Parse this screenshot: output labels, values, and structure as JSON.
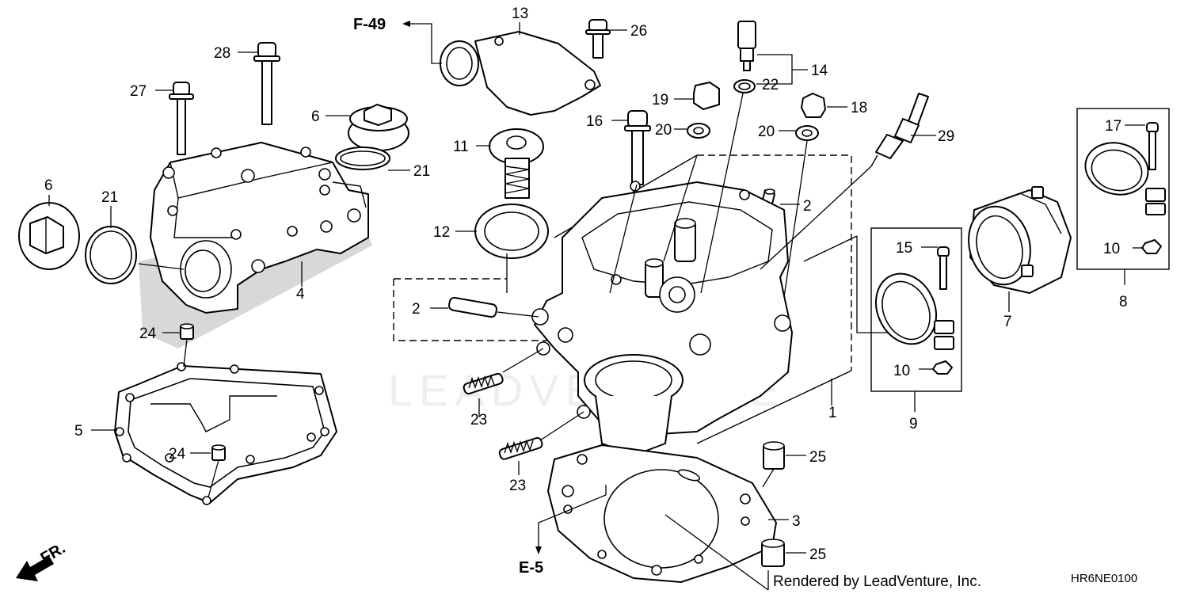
{
  "diagram": {
    "callouts": [
      {
        "id": "c1",
        "label": "1"
      },
      {
        "id": "c2a",
        "label": "2"
      },
      {
        "id": "c2b",
        "label": "2"
      },
      {
        "id": "c3",
        "label": "3"
      },
      {
        "id": "c4",
        "label": "4"
      },
      {
        "id": "c5",
        "label": "5"
      },
      {
        "id": "c6a",
        "label": "6"
      },
      {
        "id": "c6b",
        "label": "6"
      },
      {
        "id": "c7",
        "label": "7"
      },
      {
        "id": "c8",
        "label": "8"
      },
      {
        "id": "c9",
        "label": "9"
      },
      {
        "id": "c10a",
        "label": "10"
      },
      {
        "id": "c10b",
        "label": "10"
      },
      {
        "id": "c11",
        "label": "11"
      },
      {
        "id": "c12",
        "label": "12"
      },
      {
        "id": "c13",
        "label": "13"
      },
      {
        "id": "c14",
        "label": "14"
      },
      {
        "id": "c15",
        "label": "15"
      },
      {
        "id": "c16",
        "label": "16"
      },
      {
        "id": "c17",
        "label": "17"
      },
      {
        "id": "c18",
        "label": "18"
      },
      {
        "id": "c19",
        "label": "19"
      },
      {
        "id": "c20a",
        "label": "20"
      },
      {
        "id": "c20b",
        "label": "20"
      },
      {
        "id": "c21a",
        "label": "21"
      },
      {
        "id": "c21b",
        "label": "21"
      },
      {
        "id": "c22",
        "label": "22"
      },
      {
        "id": "c23a",
        "label": "23"
      },
      {
        "id": "c23b",
        "label": "23"
      },
      {
        "id": "c24a",
        "label": "24"
      },
      {
        "id": "c24b",
        "label": "24"
      },
      {
        "id": "c25a",
        "label": "25"
      },
      {
        "id": "c25b",
        "label": "25"
      },
      {
        "id": "c26",
        "label": "26"
      },
      {
        "id": "c27",
        "label": "27"
      },
      {
        "id": "c28",
        "label": "28"
      },
      {
        "id": "c29",
        "label": "29"
      }
    ],
    "references": {
      "f49": "F-49",
      "e5": "E-5",
      "front": "FR."
    },
    "watermark": "LEADVENTURE",
    "credit": "Rendered by LeadVenture, Inc.",
    "diagram_code": "HR6NE0100"
  },
  "icons": {
    "front_arrow": "front-direction-arrow-icon"
  },
  "colors": {
    "ink": "#000000",
    "paper": "#ffffff",
    "watermark": "#eeeeee",
    "shading": "#d8d8d8"
  }
}
